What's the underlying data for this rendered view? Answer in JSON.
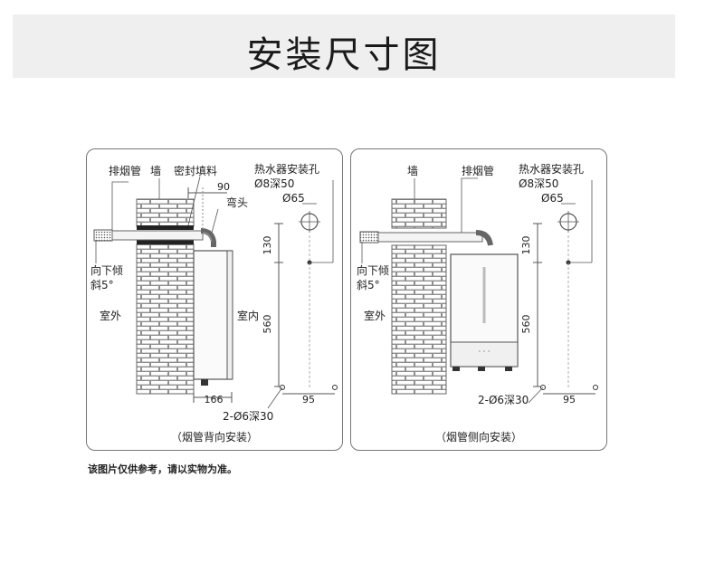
{
  "page": {
    "title": "安装尺寸图",
    "note": "该图片仅供参考，请以实物为准。"
  },
  "left_panel": {
    "caption": "（烟管背向安装）",
    "labels": {
      "flue_pipe": "排烟管",
      "wall": "墙",
      "sealant": "密封填料",
      "elbow": "弯头",
      "mount_holes": "热水器安装孔",
      "hole_spec": "Ø8深50",
      "pipe_hole": "Ø65",
      "slope_line1": "向下倾",
      "slope_line2": "斜5°",
      "outdoor": "室外",
      "indoor": "室内",
      "bottom_holes": "2-Ø6深30"
    },
    "dims": {
      "gap": "90",
      "depth": "166",
      "upper": "130",
      "height": "560",
      "spacing": "95"
    }
  },
  "right_panel": {
    "caption": "（烟管侧向安装）",
    "labels": {
      "wall": "墙",
      "flue_pipe": "排烟管",
      "mount_holes": "热水器安装孔",
      "hole_spec": "Ø8深50",
      "pipe_hole": "Ø65",
      "slope_line1": "向下倾",
      "slope_line2": "斜5°",
      "outdoor": "室外",
      "bottom_holes": "2-Ø6深30",
      "display": "· · ·"
    },
    "dims": {
      "upper": "130",
      "height": "560",
      "spacing": "95"
    }
  }
}
